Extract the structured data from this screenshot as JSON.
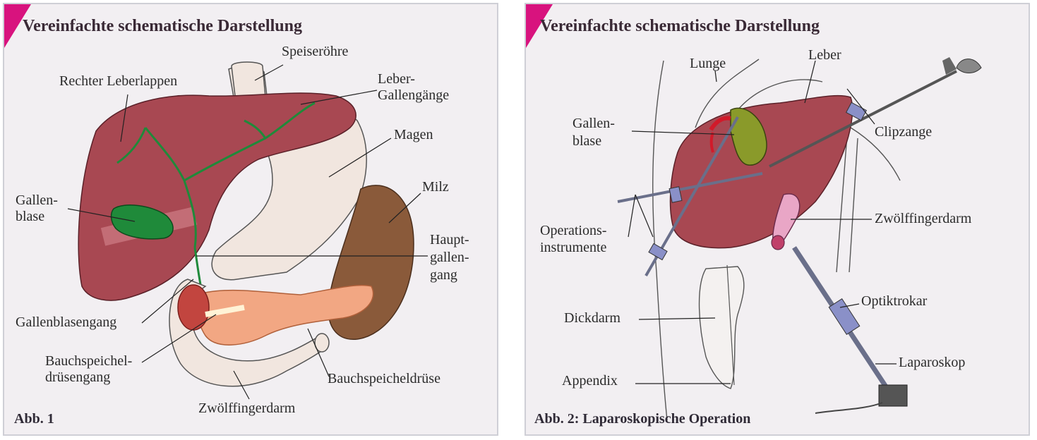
{
  "figure1": {
    "title": "Vereinfachte schematische Darstellung",
    "caption": "Abb. 1",
    "labels": {
      "speiseroehre": "Speiseröhre",
      "rechter_leberlappen": "Rechter Leberlappen",
      "leber_gallengaenge_1": "Leber-",
      "leber_gallengaenge_2": "Gallengänge",
      "magen": "Magen",
      "milz": "Milz",
      "gallenblase_1": "Gallen-",
      "gallenblase_2": "blase",
      "hauptgallengang_1": "Haupt-",
      "hauptgallengang_2": "gallen-",
      "hauptgallengang_3": "gang",
      "gallenblasengang": "Gallenblasengang",
      "bauchspeicheldruesengang_1": "Bauchspeichel-",
      "bauchspeicheldruesengang_2": "drüsengang",
      "bauchspeicheldruese": "Bauchspeicheldrüse",
      "zwoelffingerdarm": "Zwölffingerdarm"
    }
  },
  "figure2": {
    "title": "Vereinfachte schematische Darstellung",
    "caption": "Abb. 2: Laparoskopische Operation",
    "labels": {
      "lunge": "Lunge",
      "leber": "Leber",
      "gallenblase_1": "Gallen-",
      "gallenblase_2": "blase",
      "clipzange": "Clipzange",
      "operationsinstrumente_1": "Operations-",
      "operationsinstrumente_2": "instrumente",
      "zwoelffingerdarm": "Zwölffingerdarm",
      "optiktrokar": "Optiktrokar",
      "dickdarm": "Dickdarm",
      "laparoskop": "Laparoskop",
      "appendix": "Appendix"
    }
  },
  "colors": {
    "accent_triangle": "#d8137e",
    "liver": "#a84852",
    "liver_light": "#d98c93",
    "gallbladder": "#1f8a3a",
    "pancreas": "#f2a783",
    "spleen": "#8a5a3a",
    "stomach": "#f1e6df",
    "instrument": "#8a90c8"
  }
}
